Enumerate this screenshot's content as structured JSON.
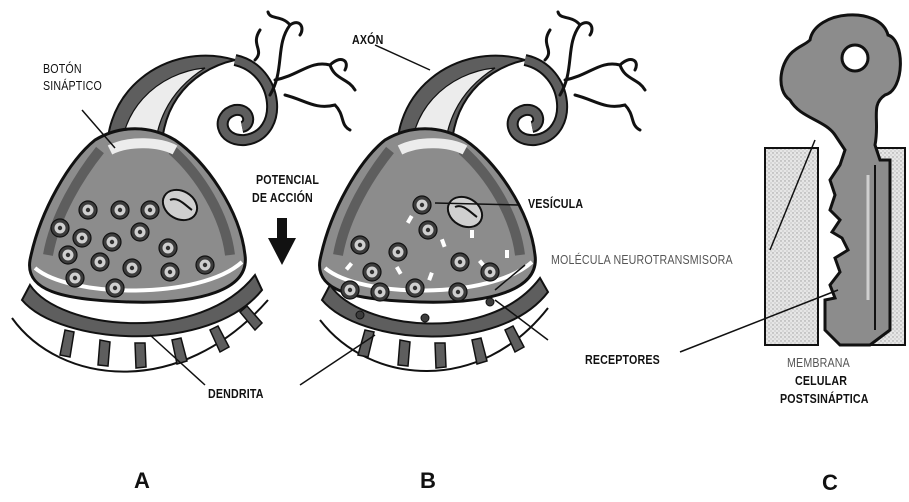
{
  "labels": {
    "boton_sinaptico_1": "BOTÓN",
    "boton_sinaptico_2": "SINÁPTICO",
    "potencial_1": "POTENCIAL",
    "potencial_2": "DE ACCIÓN",
    "axon": "AXÓN",
    "vesicula": "VESÍCULA",
    "molecula": "MOLÉCULA NEUROTRANSMISORA",
    "receptores": "RECEPTORES",
    "dendrita": "DENDRITA",
    "membrana_1": "MEMBRANA",
    "membrana_2": "CELULAR",
    "membrana_3": "POSTSINÁPTICA"
  },
  "panels": [
    "A",
    "B",
    "C"
  ],
  "colors": {
    "cytoplasm": "#8c8c8c",
    "cell_dark": "#5e5e5e",
    "light_fill": "#d9d9d9",
    "ink": "#111111"
  }
}
